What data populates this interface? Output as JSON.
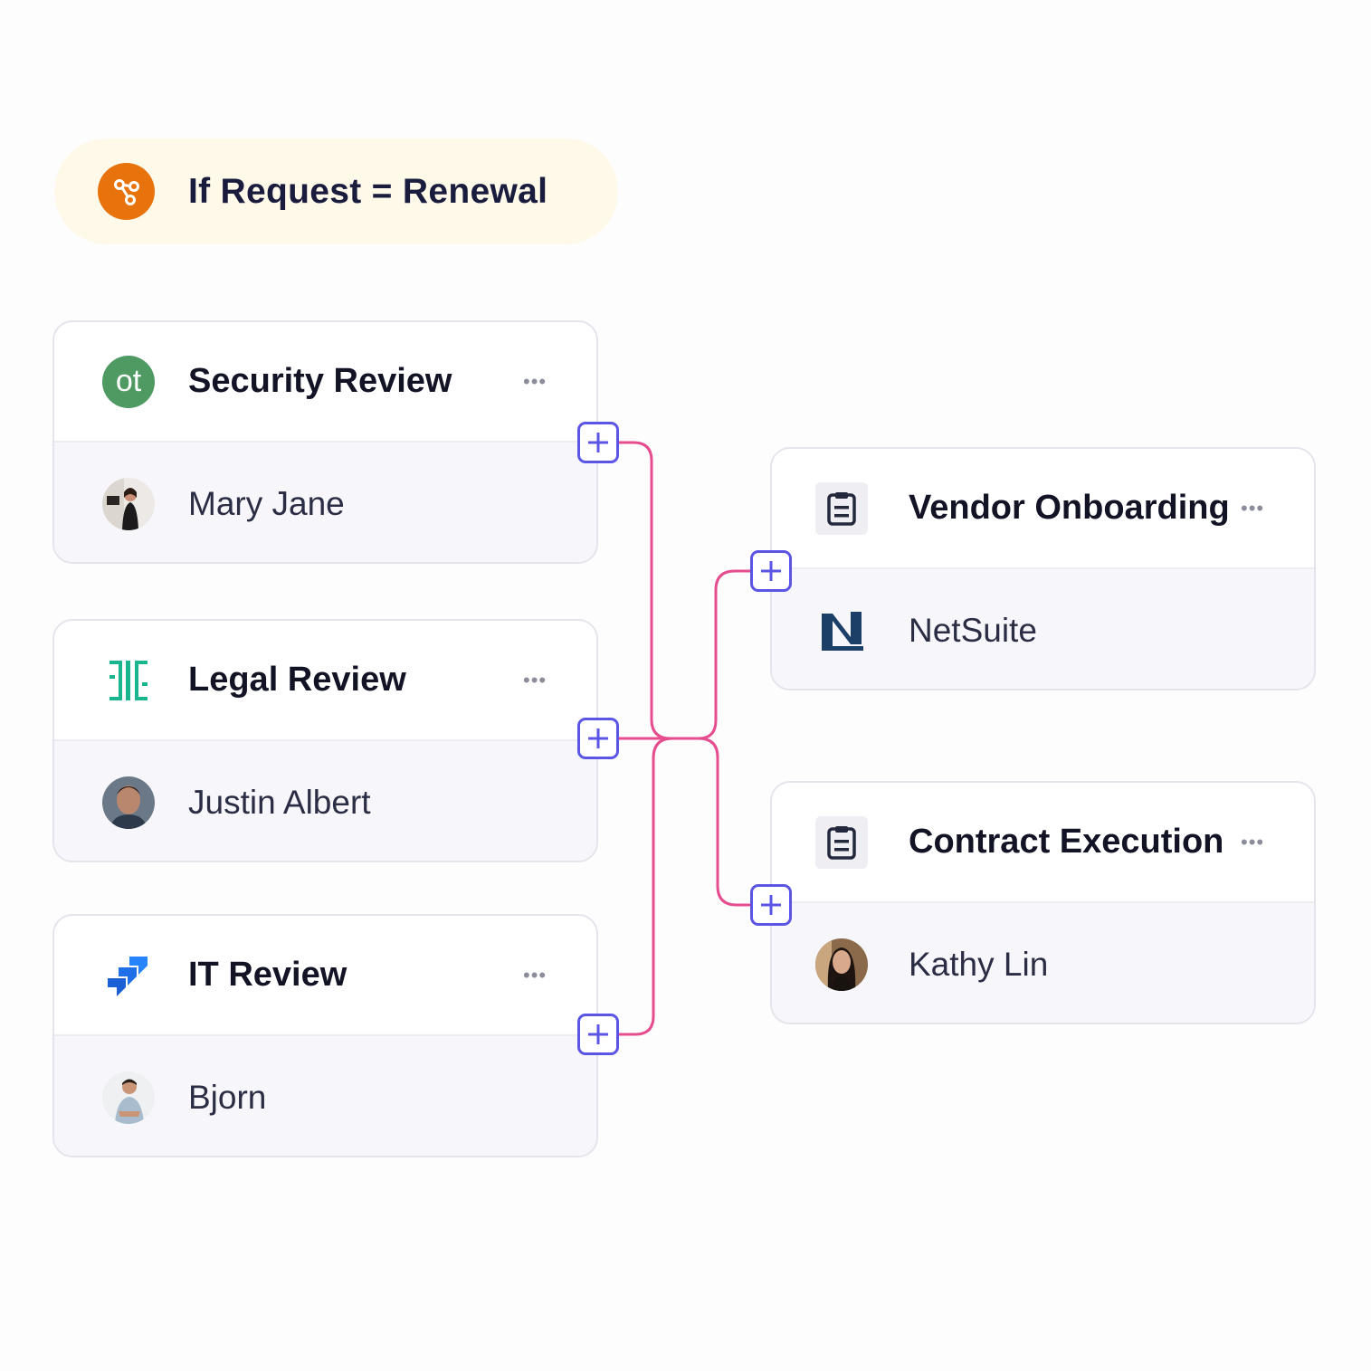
{
  "condition": {
    "label": "If Request = Renewal",
    "icon": "branch-icon",
    "color": "#e8730c"
  },
  "left_steps": [
    {
      "title": "Security Review",
      "logo": "onetrust-logo-icon",
      "assignee": "Mary Jane"
    },
    {
      "title": "Legal Review",
      "logo": "ironclad-logo-icon",
      "assignee": "Justin Albert"
    },
    {
      "title": "IT Review",
      "logo": "jira-logo-icon",
      "assignee": "Bjorn"
    }
  ],
  "right_steps": [
    {
      "title": "Vendor Onboarding",
      "logo": "clipboard-icon",
      "assignee": "NetSuite",
      "assignee_icon": "netsuite-logo-icon"
    },
    {
      "title": "Contract Execution",
      "logo": "clipboard-icon",
      "assignee": "Kathy Lin"
    }
  ],
  "more_icon": "more-dots-icon",
  "onetrust_text": "ot",
  "colors": {
    "connector": "#e64d8f",
    "plus": "#5b55e6",
    "onetrust": "#4f9a63",
    "ironclad": "#19b58f",
    "jira": "#2684ff",
    "netsuite": "#1b3f66"
  }
}
